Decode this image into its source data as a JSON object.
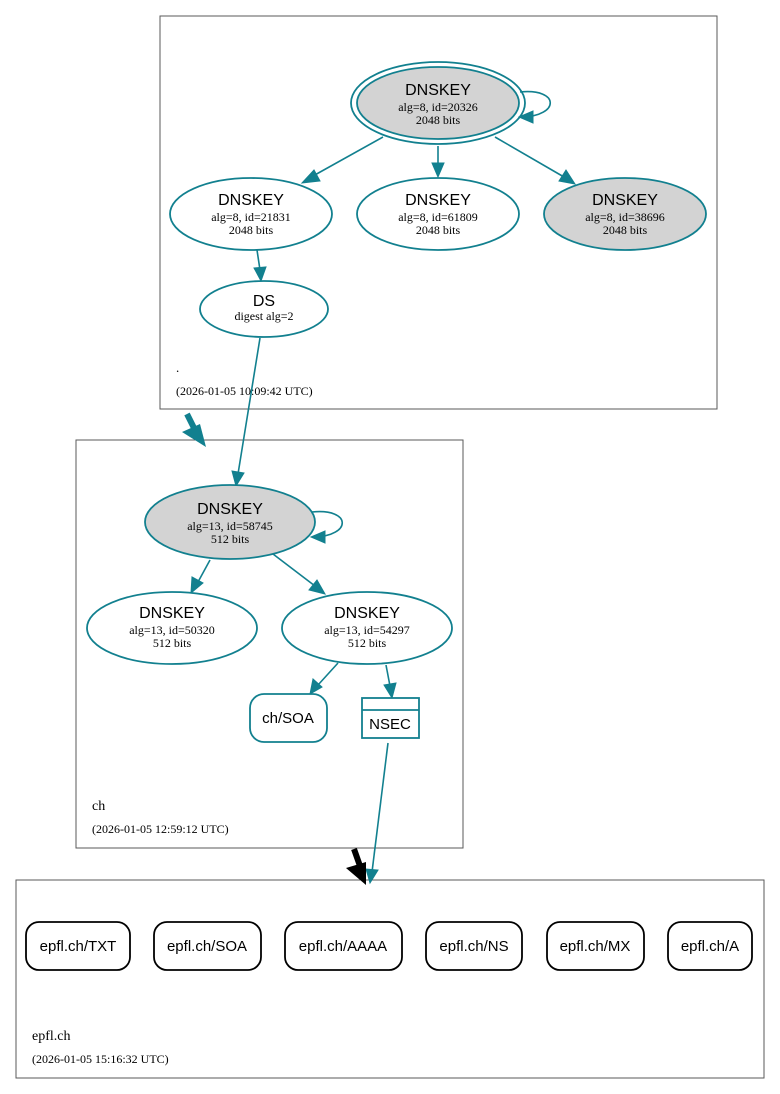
{
  "zones": {
    "root": {
      "name": ".",
      "timestamp": "(2026-01-05 10:09:42 UTC)"
    },
    "ch": {
      "name": "ch",
      "timestamp": "(2026-01-05 12:59:12 UTC)"
    },
    "epfl": {
      "name": "epfl.ch",
      "timestamp": "(2026-01-05 15:16:32 UTC)"
    }
  },
  "root_keys": {
    "ksk": {
      "title": "DNSKEY",
      "line1": "alg=8, id=20326",
      "line2": "2048 bits"
    },
    "zsk1": {
      "title": "DNSKEY",
      "line1": "alg=8, id=21831",
      "line2": "2048 bits"
    },
    "zsk2": {
      "title": "DNSKEY",
      "line1": "alg=8, id=61809",
      "line2": "2048 bits"
    },
    "zsk3": {
      "title": "DNSKEY",
      "line1": "alg=8, id=38696",
      "line2": "2048 bits"
    }
  },
  "ch_ds": {
    "title": "DS",
    "line1": "digest alg=2"
  },
  "ch_keys": {
    "ksk": {
      "title": "DNSKEY",
      "line1": "alg=13, id=58745",
      "line2": "512 bits"
    },
    "zsk1": {
      "title": "DNSKEY",
      "line1": "alg=13, id=50320",
      "line2": "512 bits"
    },
    "zsk2": {
      "title": "DNSKEY",
      "line1": "alg=13, id=54297",
      "line2": "512 bits"
    }
  },
  "ch_records": {
    "soa": "ch/SOA",
    "nsec": "NSEC"
  },
  "epfl_records": [
    "epfl.ch/TXT",
    "epfl.ch/SOA",
    "epfl.ch/AAAA",
    "epfl.ch/NS",
    "epfl.ch/MX",
    "epfl.ch/A"
  ],
  "colors": {
    "edge": "#12808f",
    "key_fill_grey": "#d3d3d3",
    "zone_border": "#5a5a5a",
    "delegation_root_to_ch": "#12808f",
    "delegation_ch_to_epfl": "#000000"
  }
}
